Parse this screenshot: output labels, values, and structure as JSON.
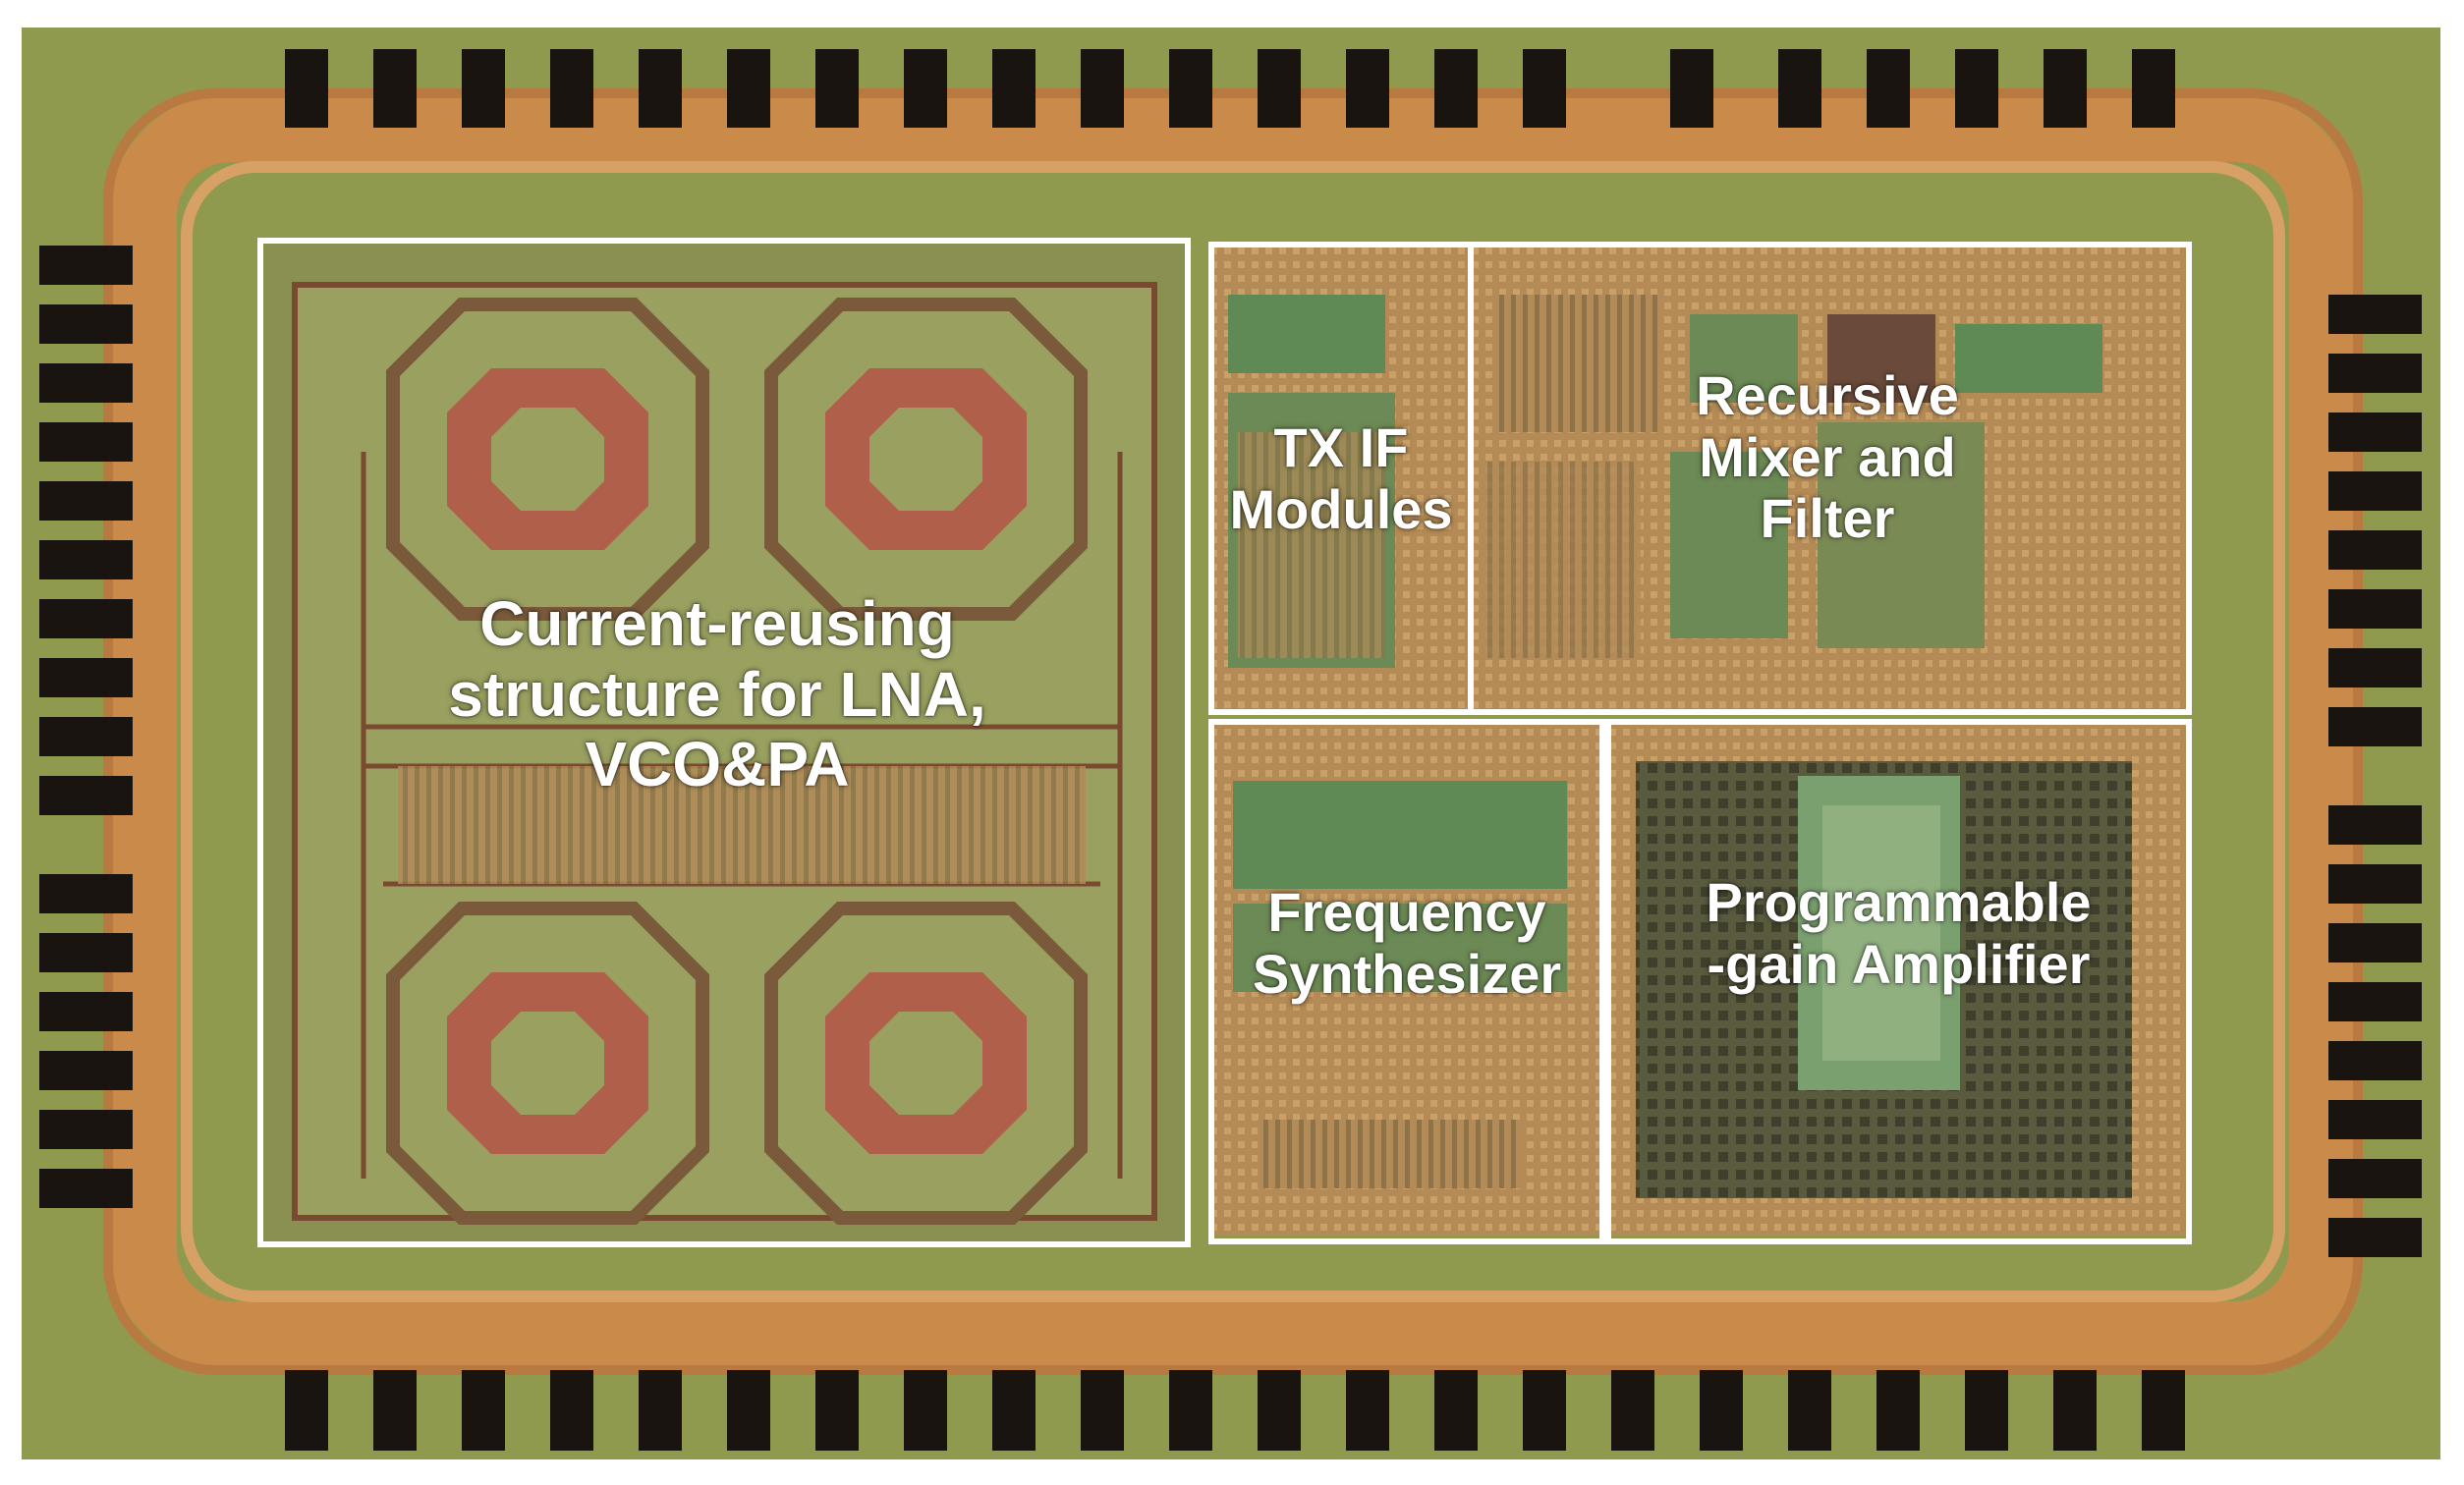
{
  "image": {
    "description_role": "chip-die-micrograph",
    "colors": {
      "background": "#ffffff",
      "substrate": "#8f9a4f",
      "routing_orange": "#c98a4a",
      "inductor_red": "#b0604a",
      "pad_dark": "#1a1410",
      "frame": "#ffffff"
    }
  },
  "blocks": {
    "lna": {
      "lines": [
        "Current-reusing",
        "structure for LNA,",
        "VCO&PA"
      ]
    },
    "txif": {
      "lines": [
        "TX IF",
        "Modules"
      ]
    },
    "mixer": {
      "lines": [
        "Recursive",
        "Mixer and",
        "Filter"
      ]
    },
    "synth": {
      "lines": [
        "Frequency",
        "Synthesizer"
      ]
    },
    "pga": {
      "lines": [
        "Programmable",
        "-gain Amplifier"
      ]
    }
  }
}
